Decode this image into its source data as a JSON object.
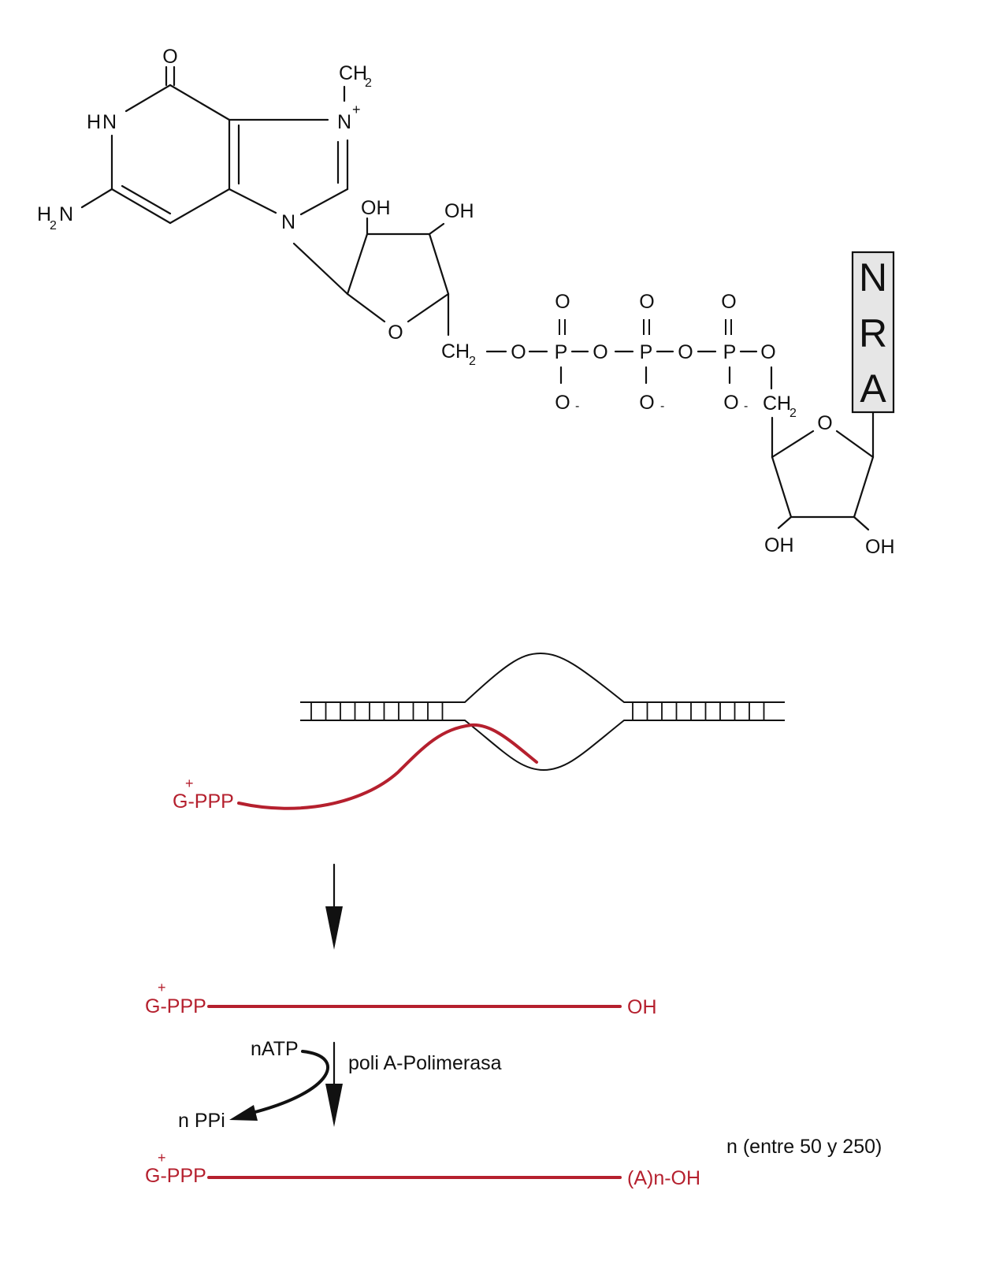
{
  "structure": {
    "atoms": {
      "carbonyl_o": "O",
      "hn": "HN",
      "n_methyl_plus": "N",
      "plus": "+",
      "ch2_methyl": "CH",
      "ch2_methyl_sub": "2",
      "h2n_h": "H",
      "h2n_sub": "2",
      "h2n_n": "N",
      "n9": "N",
      "ribose1_oh_left": "OH",
      "ribose1_oh_right": "OH",
      "ribose1_o": "O",
      "ch2_linker": "CH",
      "ch2_linker_sub": "2",
      "bridge_o1": "O",
      "p1": "P",
      "bridge_o2": "O",
      "p2": "P",
      "bridge_o3": "O",
      "p3": "P",
      "bridge_o4": "O",
      "p1_top_o": "O",
      "p2_top_o": "O",
      "p3_top_o": "O",
      "p1_bottom_o": "O",
      "p2_bottom_o": "O",
      "p3_bottom_o": "O",
      "minus": "-",
      "ch2_ribose2": "CH",
      "ch2_ribose2_sub": "2",
      "ribose2_o": "O",
      "ribose2_oh_left": "OH",
      "ribose2_oh_right": "OH"
    },
    "rna_box_letters": [
      "N",
      "R",
      "A"
    ]
  },
  "transcription": {
    "cap_plus": "+",
    "cap_label": "G-PPP"
  },
  "mrna": {
    "cap_plus": "+",
    "cap_label": "G-PPP",
    "end_label": "OH"
  },
  "reaction": {
    "substrate": "nATP",
    "product": "n PPi",
    "enzyme": "poli A-Polimerasa"
  },
  "polyadenylated": {
    "cap_plus": "+",
    "cap_label": "G-PPP",
    "end_label": "(A)n-OH",
    "n_note": "n (entre 50 y 250)"
  },
  "colors": {
    "rna": "#b5202e",
    "ink": "#111111",
    "box_fill": "#e6e6e6"
  }
}
